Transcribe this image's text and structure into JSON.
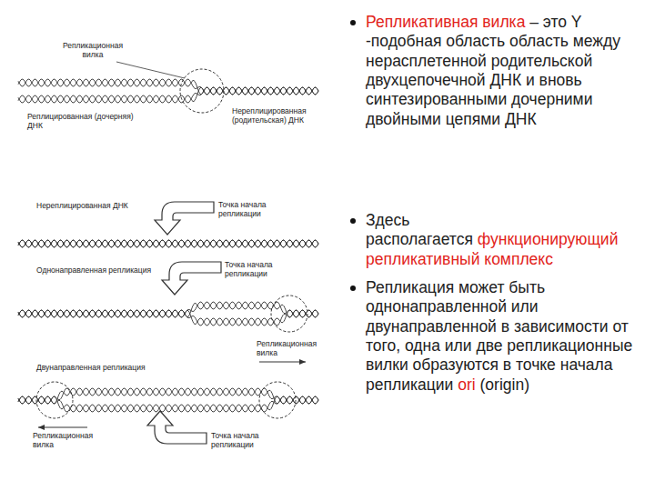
{
  "diagram": {
    "labels": [
      "Репликационная вилка",
      "Реплицированная (дочерняя) ДНК",
      "Нереплицированная (родительская) ДНК",
      "Нереплицированная ДНК",
      "Точка начала репликации",
      "Однонаправленная репликация",
      "Точка начала репликации",
      "Репликационная вилка",
      "Двунаправленная репликация",
      "Репликационная вилка",
      "Точка начала репликации",
      "Репликативная вилка",
      "– это Y -подобная область область между нерасплетенной родительской двухцепочечной ДНК и вновь синтезированными дочерними двойными цепями ДНК",
      "Здесь располагается",
      "функционирующий репликативный комплекс",
      "Репликация может быть однонаправленной или двунаправленной в зависимости от того, одна или две репликационные вилки образуются в точке начала репликации",
      "ori",
      "(origin)"
    ]
  }
}
